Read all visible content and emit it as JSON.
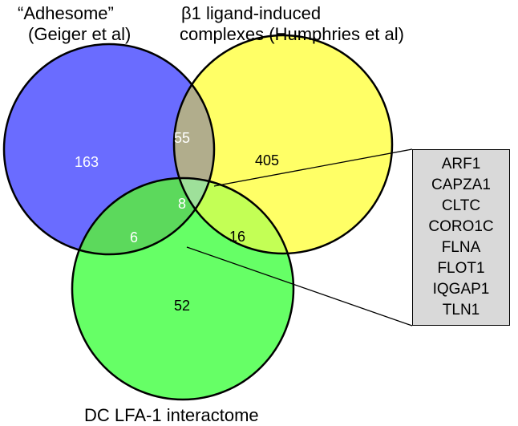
{
  "sets": {
    "adhesome": {
      "label_lines": [
        "“Adhesome”",
        "(Geiger et al)"
      ],
      "color": "#6a6cff"
    },
    "humphries": {
      "label_lines": [
        "β1 ligand-induced",
        "complexes (Humphries et al)"
      ],
      "color": "#ffff66"
    },
    "dc_lfa1": {
      "label_lines": [
        "DC LFA-1 interactome"
      ],
      "color": "#66ff66"
    }
  },
  "regions": {
    "adhesome_only": "163",
    "humphries_only": "405",
    "dc_only": "52",
    "adhesome_humphries": "55",
    "adhesome_dc": "6",
    "humphries_dc": "16",
    "all_three": "8"
  },
  "gene_box": {
    "genes": [
      "ARF1",
      "CAPZA1",
      "CLTC",
      "CORO1C",
      "FLNA",
      "FLOT1",
      "IQGAP1",
      "TLN1"
    ],
    "background": "#d9d9d9"
  }
}
